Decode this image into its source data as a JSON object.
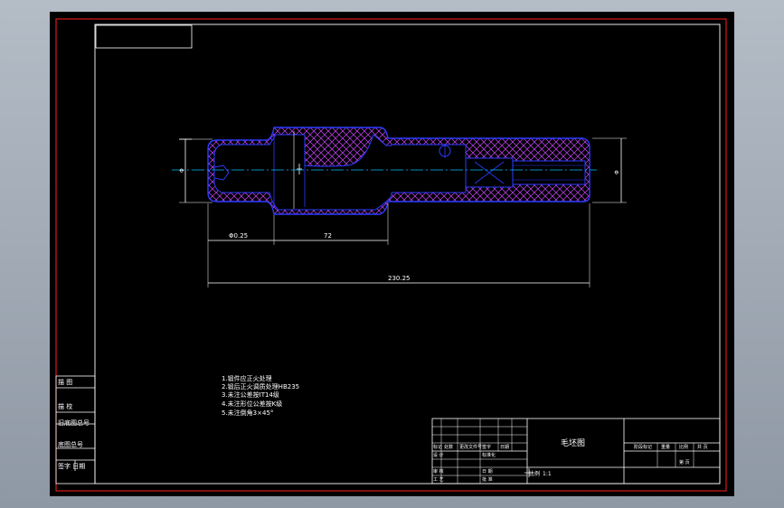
{
  "drawing": {
    "title": "毛坯图",
    "dimensions": {
      "left_segment": "Φ0.25",
      "middle_segment": "72",
      "overall_length": "230.25"
    },
    "technical_notes": [
      "1.锻件应正火处理",
      "2.锻后正火调质处理HB235",
      "3.未注公差按IT14级",
      "4.未注形位公差按K级",
      "5.未注倒角3×45°"
    ],
    "side_table": [
      "描  图",
      "描  校",
      "旧底图总号",
      "底图总号",
      "签字  日期"
    ],
    "title_block": {
      "mark_headers": [
        "标记",
        "处数",
        "更改文件号",
        "签字",
        "日期"
      ],
      "design_row": [
        "设  计",
        "",
        "标准化"
      ],
      "review_row": [
        "审  核",
        "",
        "日  期"
      ],
      "approve_row": [
        "工  艺",
        "",
        "批  准"
      ],
      "scale_label": "比例",
      "scale_value": "1:1",
      "right_headers": [
        "阶段标记",
        "重量",
        "比例",
        "共 页"
      ],
      "right_values": [
        "",
        "",
        "第 页",
        ""
      ]
    },
    "colors": {
      "background": "#000000",
      "frame": "#ffffff",
      "outer_frame": "#ff0000",
      "part_outline": "#2a3cff",
      "hatch": "#cc44ff",
      "center_line": "#00c0ff",
      "cursor_frame": "#ffffff"
    }
  }
}
